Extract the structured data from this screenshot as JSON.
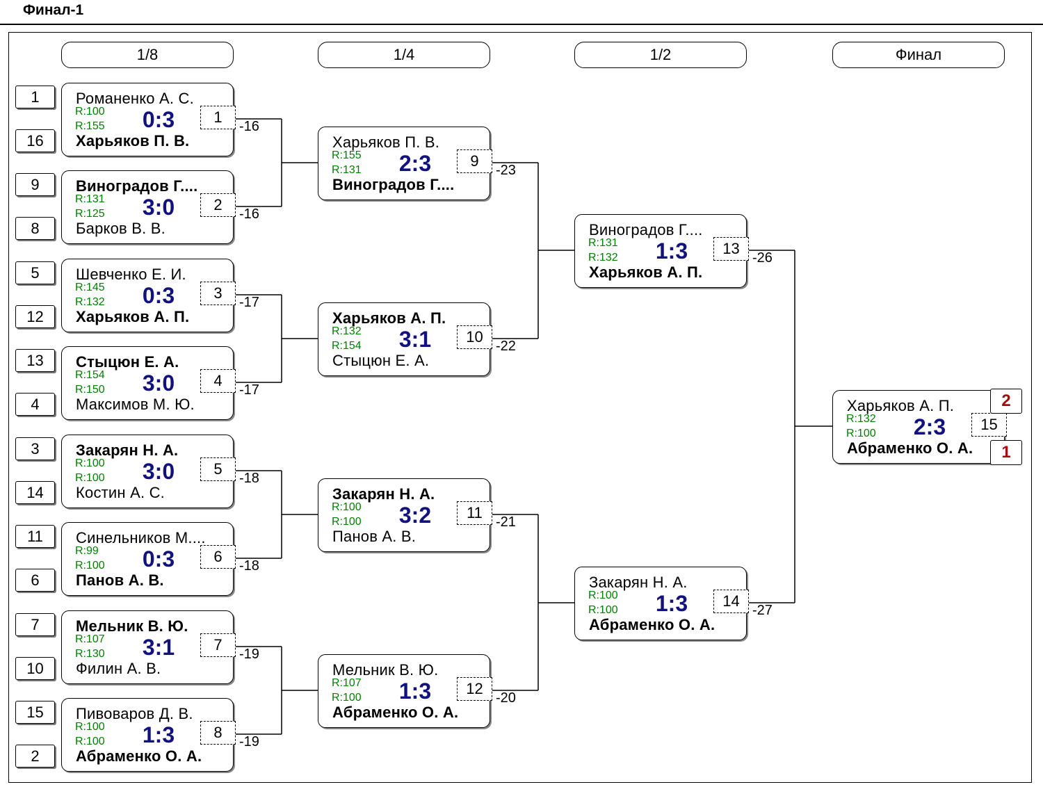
{
  "title": "Финал-1",
  "rounds": [
    "1/8",
    "1/4",
    "1/2",
    "Финал"
  ],
  "seeds": [
    "1",
    "16",
    "9",
    "8",
    "5",
    "12",
    "13",
    "4",
    "3",
    "14",
    "11",
    "6",
    "7",
    "10",
    "15",
    "2"
  ],
  "matches": [
    {
      "num": "1",
      "p1": "Романенко А. С.",
      "p2": "Харьяков П. В.",
      "r1": "R:100",
      "r2": "R:155",
      "score": "0:3",
      "winner": 2,
      "loser": "-16"
    },
    {
      "num": "2",
      "p1": "Виноградов Г....",
      "p2": "Барков В. В.",
      "r1": "R:131",
      "r2": "R:125",
      "score": "3:0",
      "winner": 1,
      "loser": "-16"
    },
    {
      "num": "3",
      "p1": "Шевченко Е. И.",
      "p2": "Харьяков А. П.",
      "r1": "R:145",
      "r2": "R:132",
      "score": "0:3",
      "winner": 2,
      "loser": "-17"
    },
    {
      "num": "4",
      "p1": "Стыцюн Е. А.",
      "p2": "Максимов М. Ю.",
      "r1": "R:154",
      "r2": "R:150",
      "score": "3:0",
      "winner": 1,
      "loser": "-17"
    },
    {
      "num": "5",
      "p1": "Закарян Н. А.",
      "p2": "Костин А. С.",
      "r1": "R:100",
      "r2": "R:100",
      "score": "3:0",
      "winner": 1,
      "loser": "-18"
    },
    {
      "num": "6",
      "p1": "Синельников М....",
      "p2": "Панов А. В.",
      "r1": "R:99",
      "r2": "R:100",
      "score": "0:3",
      "winner": 2,
      "loser": "-18"
    },
    {
      "num": "7",
      "p1": "Мельник В. Ю.",
      "p2": "Филин А. В.",
      "r1": "R:107",
      "r2": "R:130",
      "score": "3:1",
      "winner": 1,
      "loser": "-19"
    },
    {
      "num": "8",
      "p1": "Пивоваров Д. В.",
      "p2": "Абраменко О. А.",
      "r1": "R:100",
      "r2": "R:100",
      "score": "1:3",
      "winner": 2,
      "loser": "-19"
    },
    {
      "num": "9",
      "p1": "Харьяков П. В.",
      "p2": "Виноградов Г....",
      "r1": "R:155",
      "r2": "R:131",
      "score": "2:3",
      "winner": 2,
      "loser": "-23"
    },
    {
      "num": "10",
      "p1": "Харьяков А. П.",
      "p2": "Стыцюн Е. А.",
      "r1": "R:132",
      "r2": "R:154",
      "score": "3:1",
      "winner": 1,
      "loser": "-22"
    },
    {
      "num": "11",
      "p1": "Закарян Н. А.",
      "p2": "Панов А. В.",
      "r1": "R:100",
      "r2": "R:100",
      "score": "3:2",
      "winner": 1,
      "loser": "-21"
    },
    {
      "num": "12",
      "p1": "Мельник В. Ю.",
      "p2": "Абраменко О. А.",
      "r1": "R:107",
      "r2": "R:100",
      "score": "1:3",
      "winner": 2,
      "loser": "-20"
    },
    {
      "num": "13",
      "p1": "Виноградов Г....",
      "p2": "Харьяков А. П.",
      "r1": "R:131",
      "r2": "R:132",
      "score": "1:3",
      "winner": 2,
      "loser": "-26"
    },
    {
      "num": "14",
      "p1": "Закарян Н. А.",
      "p2": "Абраменко О. А.",
      "r1": "R:100",
      "r2": "R:100",
      "score": "1:3",
      "winner": 2,
      "loser": "-27"
    },
    {
      "num": "15",
      "p1": "Харьяков А. П.",
      "p2": "Абраменко О. А.",
      "r1": "R:132",
      "r2": "R:100",
      "score": "2:3",
      "winner": 2,
      "loser": ""
    }
  ],
  "final_places": [
    "2",
    "1"
  ]
}
